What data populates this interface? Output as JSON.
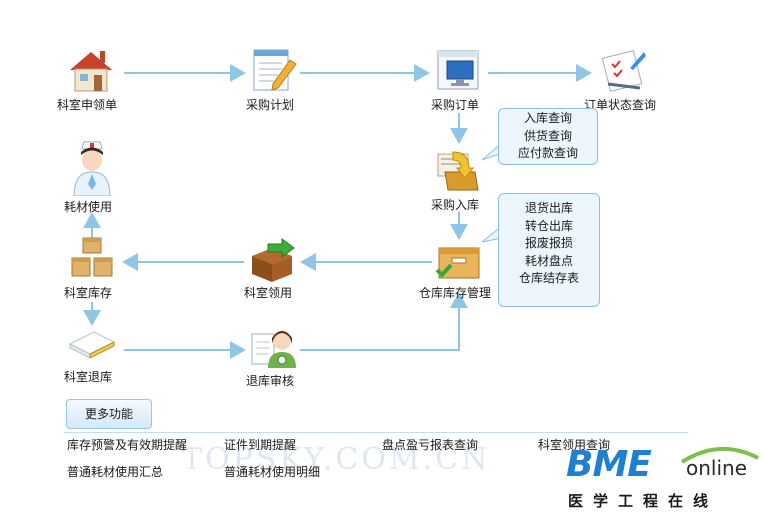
{
  "flow": {
    "apply": "科室申领单",
    "plan": "采购计划",
    "order": "采购订单",
    "order_status": "订单状态查询",
    "usage": "耗材使用",
    "inbound": "采购入库",
    "dept_stock": "科室库存",
    "dept_receive": "科室领用",
    "warehouse": "仓库库存管理",
    "dept_return": "科室退库",
    "return_review": "退库审核"
  },
  "inbound_menu": [
    "入库查询",
    "供货查询",
    "应付款查询"
  ],
  "warehouse_menu": [
    "退货出库",
    "转仓出库",
    "报废报损",
    "耗材盘点",
    "仓库结存表"
  ],
  "more": {
    "label": "更多功能",
    "links": [
      "库存预警及有效期提醒",
      "证件到期提醒",
      "盘点盈亏报表查询",
      "科室领用查询",
      "普通耗材使用汇总",
      "普通耗材使用明细"
    ]
  },
  "watermark": "TOPSKY.COM.CN",
  "logo": {
    "big": "BME",
    "online": "online",
    "sub": "医学工程在线"
  },
  "colors": {
    "arrow": "#8fc6e6",
    "accent": "#1f7fd3"
  }
}
